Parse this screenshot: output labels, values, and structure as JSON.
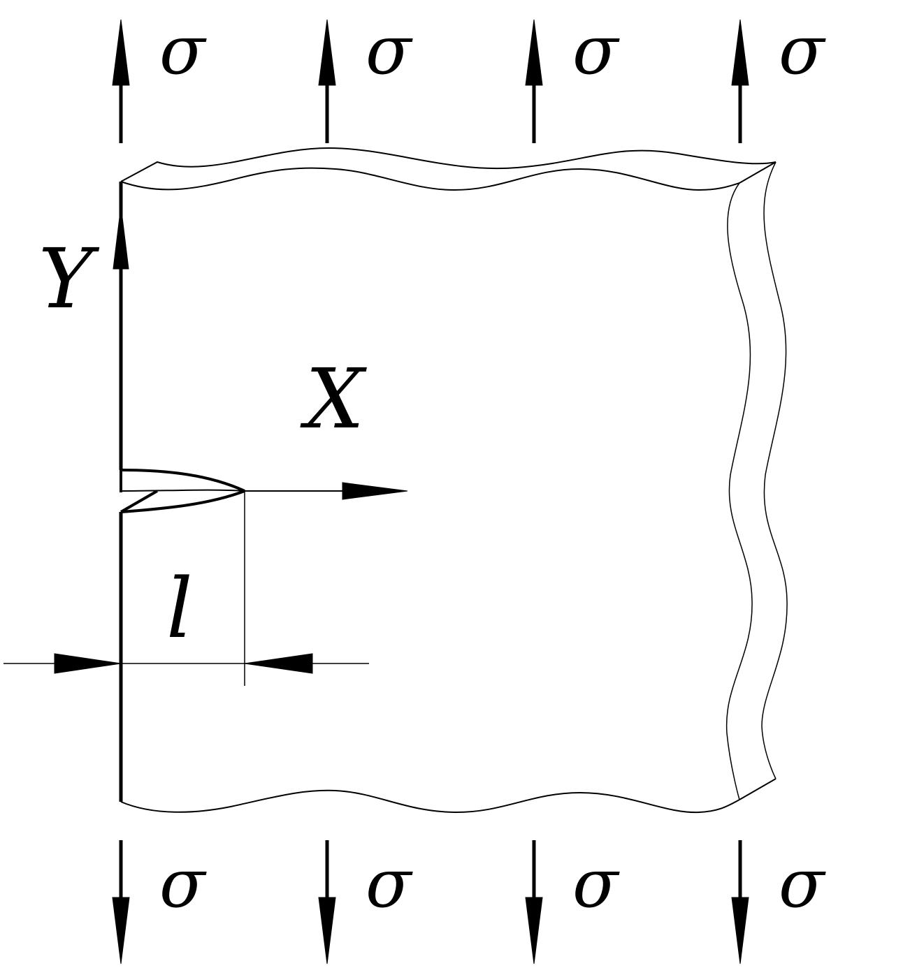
{
  "stress_symbol": "σ",
  "axes": {
    "y_label": "Y",
    "x_label": "X"
  },
  "crack_length_label": "l",
  "colors": {
    "ink": "#000000",
    "background": "#ffffff"
  }
}
